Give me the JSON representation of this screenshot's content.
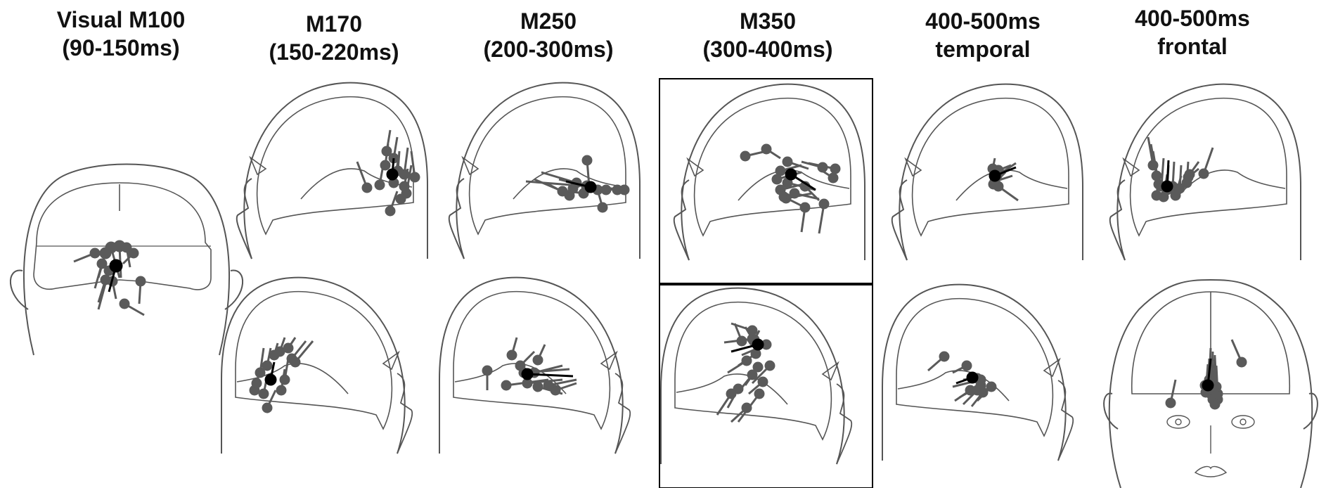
{
  "columns": [
    {
      "id": "m100",
      "line1": "Visual M100",
      "line2": "(90-150ms)"
    },
    {
      "id": "m170",
      "line1": "M170",
      "line2": "(150-220ms)"
    },
    {
      "id": "m250",
      "line1": "M250",
      "line2": "(200-300ms)"
    },
    {
      "id": "m350",
      "line1": "M350",
      "line2": "(300-400ms)"
    },
    {
      "id": "t400",
      "line1": "400-500ms",
      "line2": "temporal"
    },
    {
      "id": "f400",
      "line1": "400-500ms",
      "line2": "frontal"
    }
  ],
  "colors": {
    "outline": "#555555",
    "dipole": "#5a5a5a",
    "mean_dipole": "#000000",
    "frame": "#000000"
  }
}
